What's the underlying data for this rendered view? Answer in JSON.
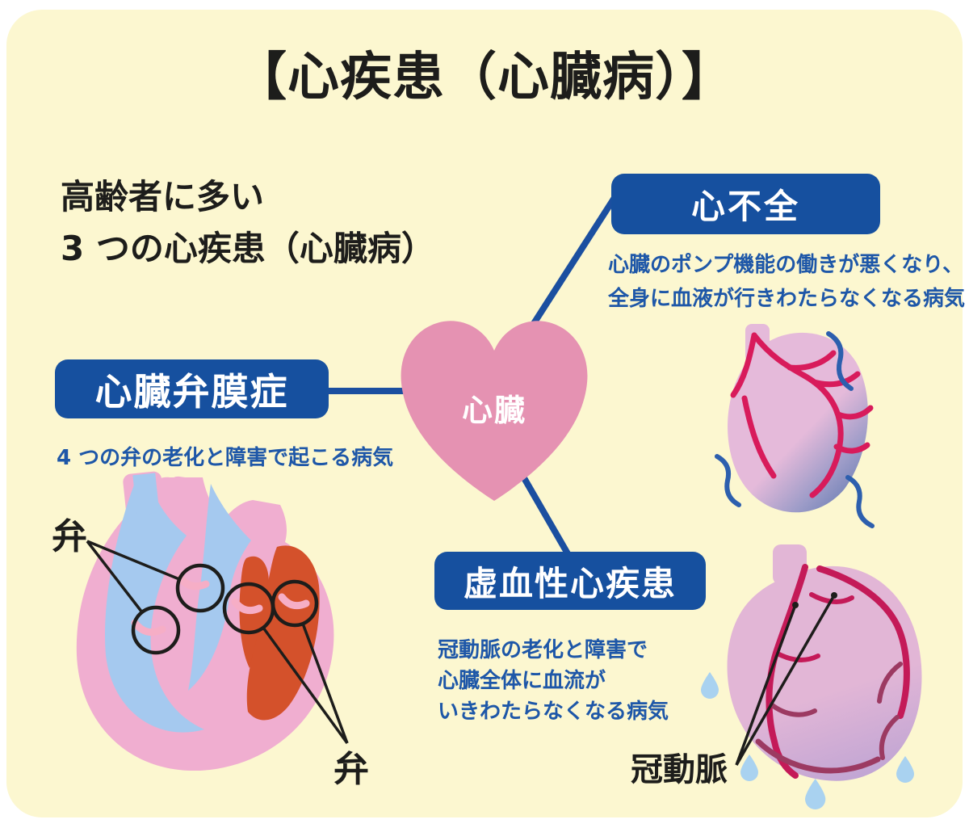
{
  "title": "【心疾患（心臓病）】",
  "intro": {
    "line1": "高齢者に多い",
    "line2": "3 つの心疾患（心臓病）"
  },
  "center": {
    "label": "心臓"
  },
  "nodes": {
    "heart_failure": {
      "label": "心不全",
      "desc_line1": "心臓のポンプ機能の働きが悪くなり、",
      "desc_line2": "全身に血液が行きわたらなくなる病気"
    },
    "valvular": {
      "label": "心臓弁膜症",
      "desc_line1": "4 つの弁の老化と障害で起こる病気"
    },
    "ischemic": {
      "label": "虚血性心疾患",
      "desc_line1": "冠動脈の老化と障害で",
      "desc_line2": "心臓全体に血流が",
      "desc_line3": "いきわたらなくなる病気"
    }
  },
  "annotations": {
    "valve_top": "弁",
    "valve_bottom": "弁",
    "coronary": "冠動脈"
  },
  "illustrations": {
    "center_heart": "heart-symbol",
    "valve_heart": "heart-cross-section-with-valves",
    "weak_heart": "weakly-pumping-heart-with-tremor-lines",
    "coronary_heart": "heart-with-coronary-arteries-and-sweat-drops"
  },
  "colors": {
    "card_bg": "#fcf7d0",
    "label_box_blue": "#16509f",
    "description_blue": "#1e57a8",
    "connector_blue": "#1b4fa0",
    "center_heart_pink": "#e592b2",
    "cross_section_pink": "#f0aed0",
    "chamber_blue": "#a5c9ef",
    "chamber_red": "#d4512b",
    "artery_crimson": "#d81b5b",
    "artery_maroon": "#9c3a62",
    "sweat_drop_blue": "#a9d2f0",
    "text_black": "#1d1d1b"
  }
}
